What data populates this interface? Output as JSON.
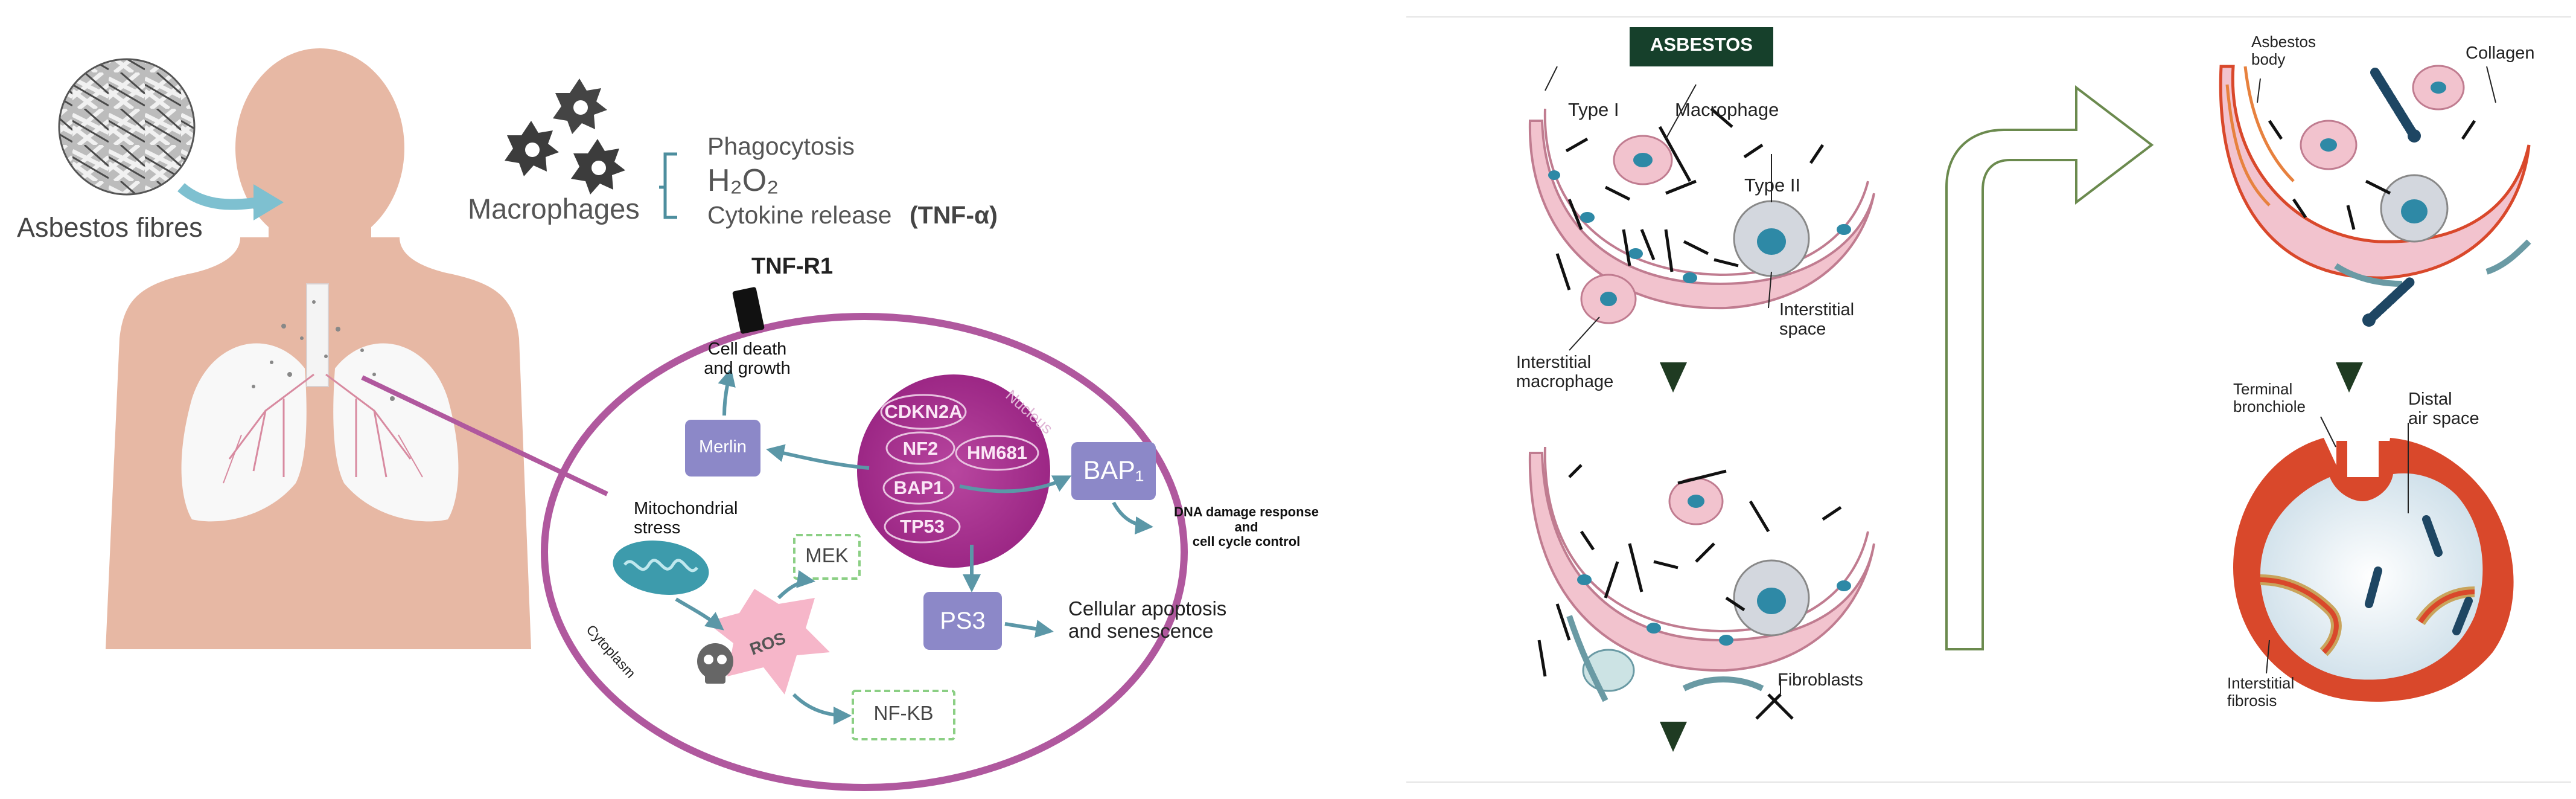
{
  "left_panel": {
    "asbestos_label": "Asbestos fibres",
    "macrophages_label": "Macrophages",
    "responses": {
      "phagocytosis": "Phagocytosis",
      "h2o2": "H₂O₂",
      "cytokine": "Cytokine release",
      "tnf_alpha": "(TNF-α)"
    },
    "receptor_label": "TNF-R1",
    "cell_death_growth": "Cell death\nand growth",
    "nucleus_label": "Nucleus",
    "genes": [
      "CDKN2A",
      "NF2",
      "HM681",
      "BAP1",
      "TP53"
    ],
    "merlin": "Merlin",
    "bap1_box": "BAP₁",
    "dna_damage": "DNA damage response\nand\ncell cycle control",
    "mito_stress": "Mitochondrial\nstress",
    "mek": "MEK",
    "ros": "ROS",
    "p53_box": "PS3",
    "apoptosis": "Cellular apoptosis\nand senescence",
    "nfkb": "NF-KB",
    "cytoplasm": "Cytoplasm"
  },
  "right_panel": {
    "title_badge": "ASBESTOS",
    "type1": "Type I",
    "macrophage": "Macrophage",
    "type2": "Type II",
    "interstitial_space": "Interstitial\nspace",
    "interstitial_macrophage": "Interstitial\nmacrophage",
    "fibroblasts": "Fibroblasts",
    "asbestos_body": "Asbestos\nbody",
    "collagen": "Collagen",
    "terminal_bronchiole": "Terminal\nbronchiole",
    "distal_air_space": "Distal\nair space",
    "interstitial_fibrosis": "Interstitial\nfibrosis"
  },
  "colors": {
    "skin": "#e7b8a4",
    "purple": "#b0589e",
    "magenta": "#a8308f",
    "lavender_box": "#8c88c8",
    "teal_arrow": "#5b97a7",
    "tissue_pink": "#f2c3ce",
    "nucleus_teal": "#2e89a6",
    "fibrosis_red": "#d9482b",
    "badge_green": "#16402b",
    "dark_green_arrow": "#1f3b22"
  }
}
